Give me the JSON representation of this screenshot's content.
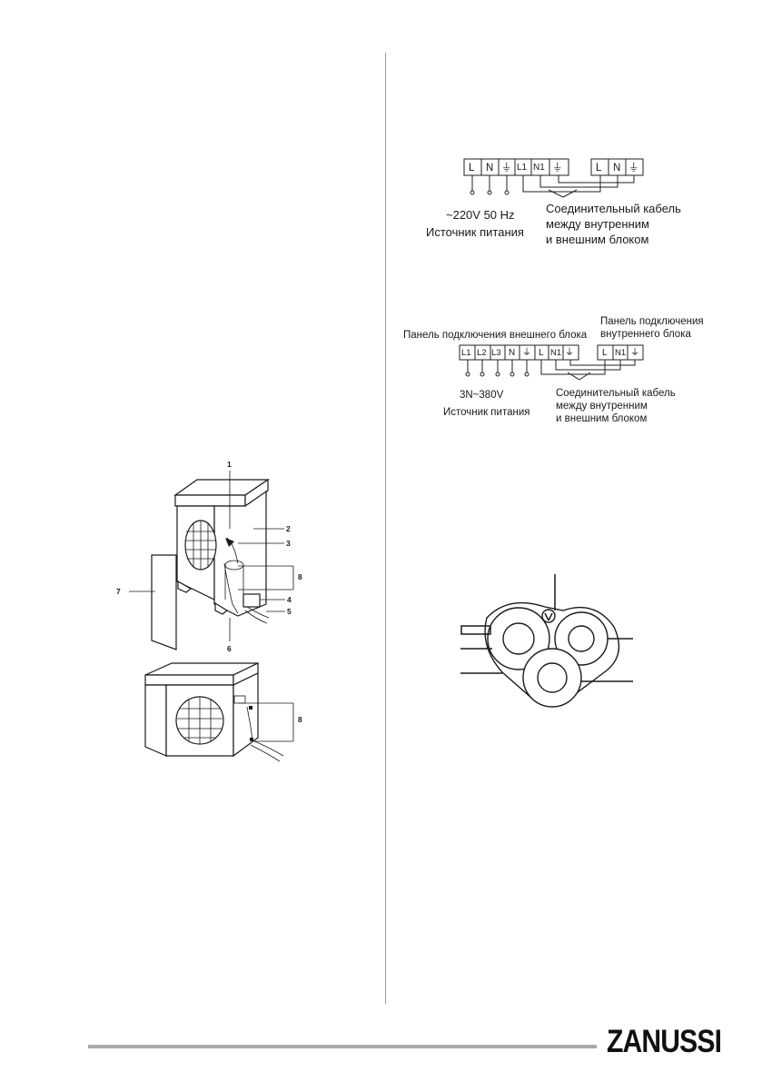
{
  "single_phase": {
    "terminals_left": [
      "L",
      "N",
      "⏚",
      "L1",
      "N1",
      "⏚"
    ],
    "terminals_right": [
      "L",
      "N",
      "⏚"
    ],
    "supply_voltage": "~220V 50 Hz",
    "supply_label": "Источник питания",
    "cable_label_1": "Соединительный кабель",
    "cable_label_2": "между внутренним",
    "cable_label_3": "и внешним блоком"
  },
  "three_phase": {
    "outdoor_panel_label": "Панель подключения внешнего блока",
    "indoor_panel_label_1": "Панель подключения",
    "indoor_panel_label_2": "внутреннего блока",
    "terminals_left": [
      "L1",
      "L2",
      "L3",
      "N",
      "⏚",
      "L",
      "N1",
      "⏚"
    ],
    "terminals_right": [
      "L",
      "N1",
      "⏚"
    ],
    "supply_voltage": "3N~380V",
    "supply_label": "Источник питания",
    "cable_label_1": "Соединительный кабель",
    "cable_label_2": "между внутренним",
    "cable_label_3": "и внешним блоком"
  },
  "outdoor_unit": {
    "callouts": [
      "1",
      "2",
      "3",
      "8",
      "7",
      "4",
      "5",
      "6"
    ],
    "callout_lower": "8"
  },
  "footer": {
    "brand": "ZANUSSI"
  }
}
